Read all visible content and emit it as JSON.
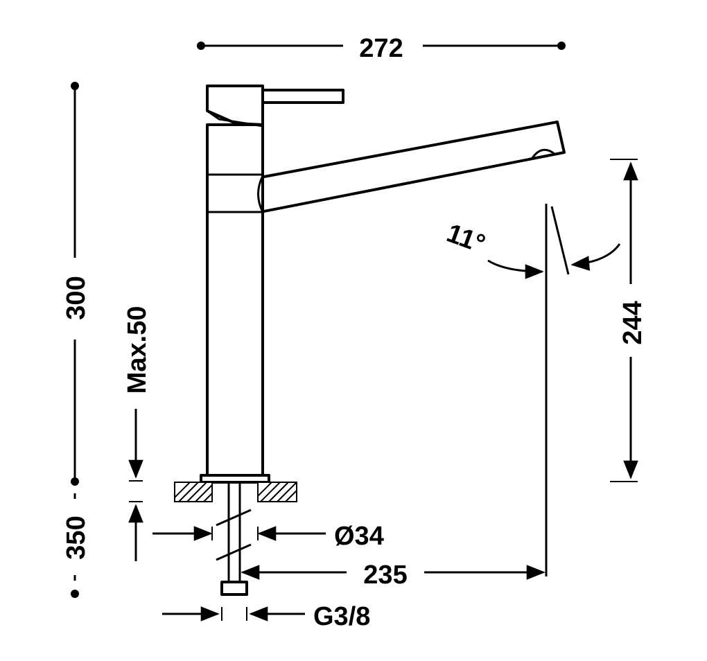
{
  "drawing": {
    "dimensions": {
      "overall_width": "272",
      "total_height": "300",
      "max_deck_thickness": "Max.50",
      "hose_length": "350",
      "spout_height": "244",
      "spout_angle": "11°",
      "base_diameter": "Ø34",
      "spout_reach": "235",
      "connection_thread": "G3/8"
    }
  }
}
